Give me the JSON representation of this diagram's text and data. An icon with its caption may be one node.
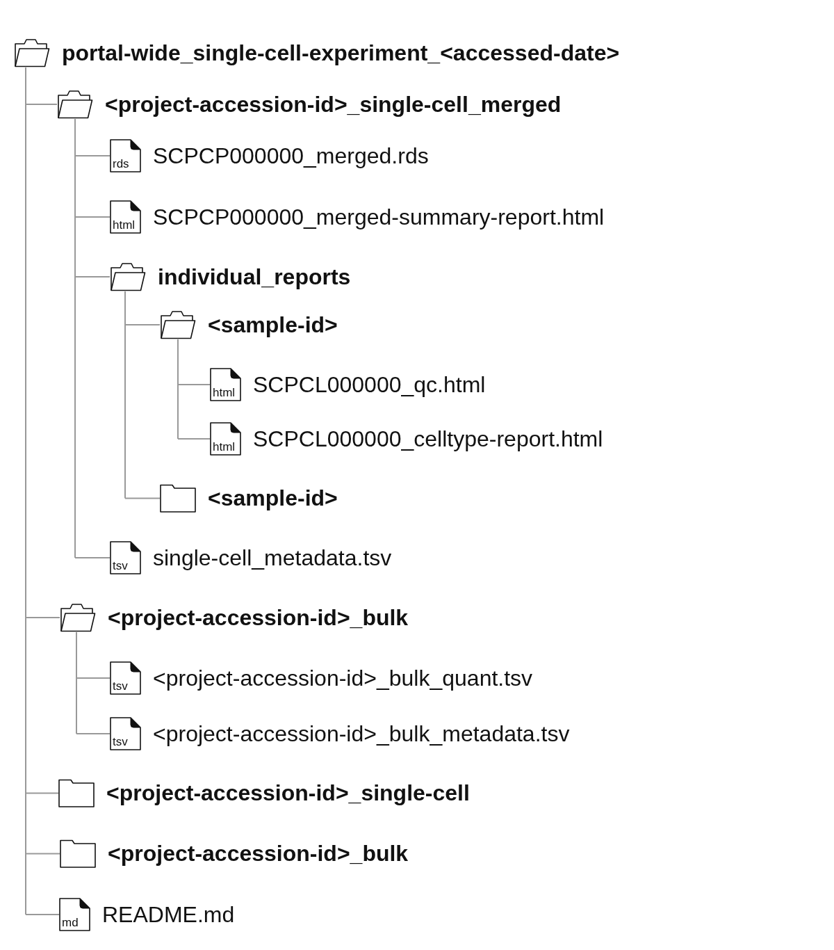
{
  "diagram": {
    "nodes": [
      {
        "text": [
          "portal-wide_single-cell-experiment_<accessed-date>"
        ]
      },
      {
        "text": [
          "<project-accession-id>_single-cell_merged"
        ]
      },
      {
        "text": [
          "rds",
          "SCPCP000000_merged.rds"
        ]
      },
      {
        "text": [
          "html",
          "SCPCP000000_merged-summary-report.html"
        ]
      },
      {
        "text": [
          "individual_reports"
        ]
      },
      {
        "text": [
          "<sample-id>"
        ]
      },
      {
        "text": [
          "html",
          "SCPCL000000_qc.html"
        ]
      },
      {
        "text": [
          "html",
          "SCPCL000000_celltype-report.html"
        ]
      },
      {
        "text": [
          "<sample-id>"
        ]
      },
      {
        "text": [
          "tsv",
          "single-cell_metadata.tsv"
        ]
      },
      {
        "text": [
          "<project-accession-id>_bulk"
        ]
      },
      {
        "text": [
          "tsv",
          "<project-accession-id>_bulk_quant.tsv"
        ]
      },
      {
        "text": [
          "tsv",
          "<project-accession-id>_bulk_metadata.tsv"
        ]
      },
      {
        "text": [
          "<project-accession-id>_single-cell"
        ]
      },
      {
        "text": [
          "<project-accession-id>_bulk"
        ]
      },
      {
        "text": [
          "md",
          "README.md"
        ]
      }
    ],
    "edges": [
      {
        "from": 0,
        "to": 1,
        "arrow": "none"
      },
      {
        "from": 1,
        "to": 2,
        "arrow": "none"
      },
      {
        "from": 1,
        "to": 3,
        "arrow": "none"
      },
      {
        "from": 1,
        "to": 4,
        "arrow": "none"
      },
      {
        "from": 4,
        "to": 5,
        "arrow": "none"
      },
      {
        "from": 5,
        "to": 6,
        "arrow": "none"
      },
      {
        "from": 5,
        "to": 7,
        "arrow": "none"
      },
      {
        "from": 4,
        "to": 8,
        "arrow": "none"
      },
      {
        "from": 1,
        "to": 9,
        "arrow": "none"
      },
      {
        "from": 0,
        "to": 10,
        "arrow": "none"
      },
      {
        "from": 10,
        "to": 11,
        "arrow": "none"
      },
      {
        "from": 10,
        "to": 12,
        "arrow": "none"
      },
      {
        "from": 0,
        "to": 13,
        "arrow": "none"
      },
      {
        "from": 0,
        "to": 14,
        "arrow": "none"
      },
      {
        "from": 0,
        "to": 15,
        "arrow": "none"
      }
    ]
  }
}
